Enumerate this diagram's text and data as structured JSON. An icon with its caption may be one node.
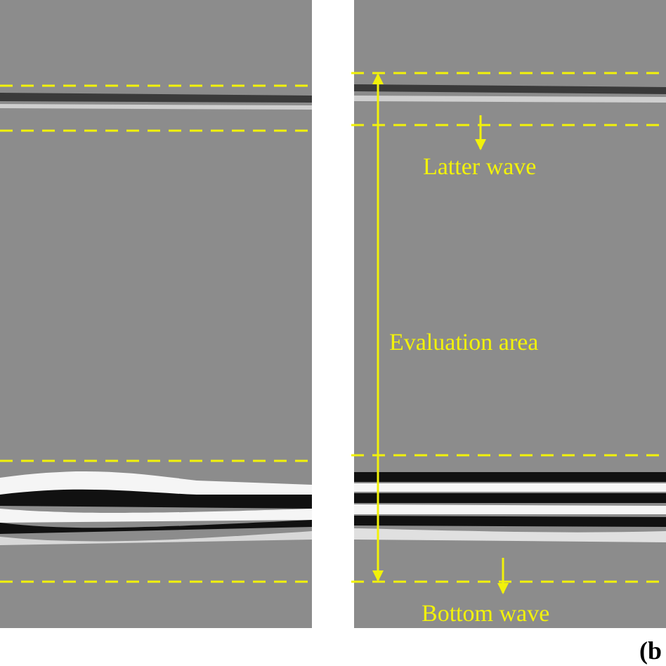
{
  "diagram": {
    "labels": [
      "Latter wave",
      "Evaluation area",
      "Bottom wave",
      "(b"
    ]
  }
}
